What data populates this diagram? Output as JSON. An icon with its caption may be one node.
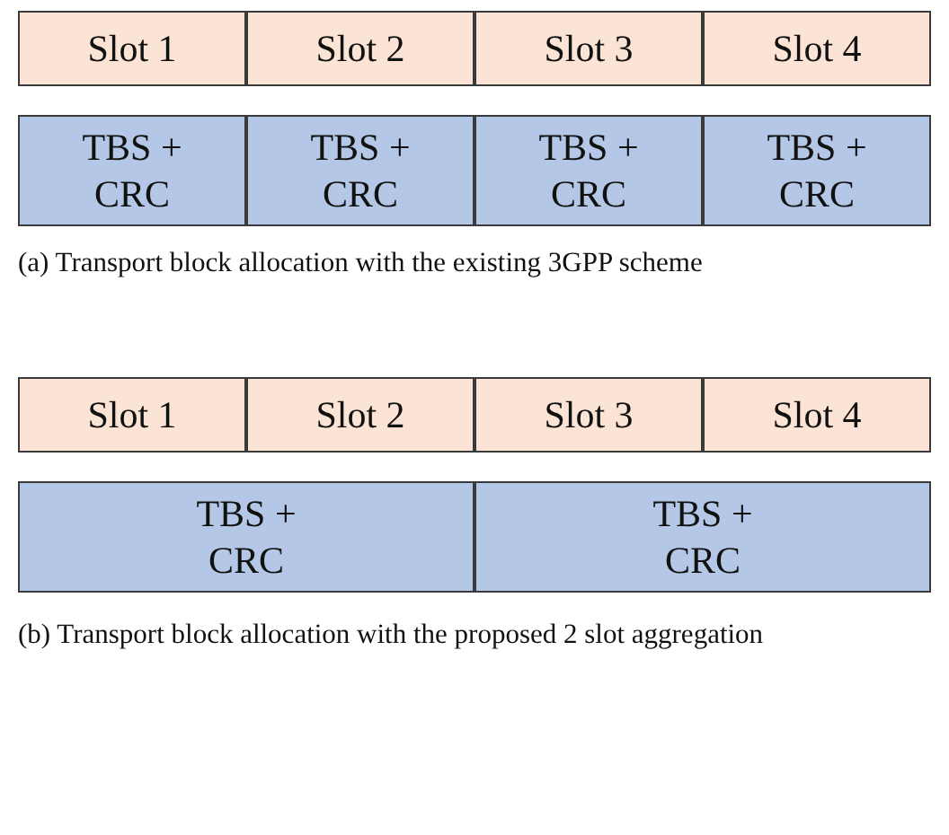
{
  "diagram": {
    "nodes": [
      {
        "text": [
          "Slot 1"
        ]
      },
      {
        "text": [
          "Slot 2"
        ]
      },
      {
        "text": [
          "Slot 3"
        ]
      },
      {
        "text": [
          "Slot 4"
        ]
      },
      {
        "text": [
          "TBS + CRC"
        ]
      },
      {
        "text": [
          "TBS + CRC"
        ]
      },
      {
        "text": [
          "TBS + CRC"
        ]
      },
      {
        "text": [
          "TBS + CRC"
        ]
      },
      {
        "text": [
          "Slot 1"
        ]
      },
      {
        "text": [
          "Slot 2"
        ]
      },
      {
        "text": [
          "Slot 3"
        ]
      },
      {
        "text": [
          "Slot 4"
        ]
      },
      {
        "text": [
          "TBS + CRC"
        ]
      },
      {
        "text": [
          "TBS + CRC"
        ]
      }
    ],
    "labels": [
      "(a) Transport block allocation with the existing 3GPP scheme",
      "(b) Transport block allocation with the proposed 2 slot aggregation"
    ]
  }
}
